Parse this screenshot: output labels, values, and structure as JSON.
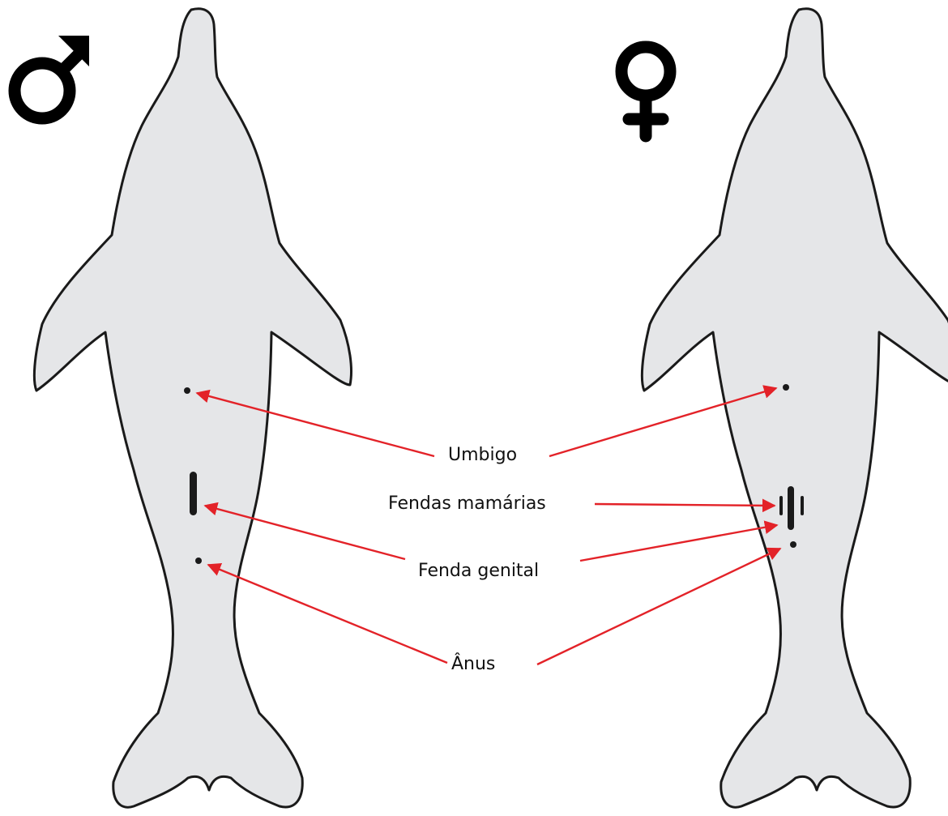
{
  "labels": {
    "umbigo": "Umbigo",
    "fendas_mamarias": "Fendas mamárias",
    "fenda_genital": "Fenda genital",
    "anus": "Ânus"
  },
  "symbols": {
    "male": "male-symbol-icon",
    "female": "female-symbol-icon"
  },
  "colors": {
    "body_fill": "#e5e6e8",
    "outline": "#1a1a1a",
    "arrow": "#e32228",
    "text": "#111111"
  }
}
